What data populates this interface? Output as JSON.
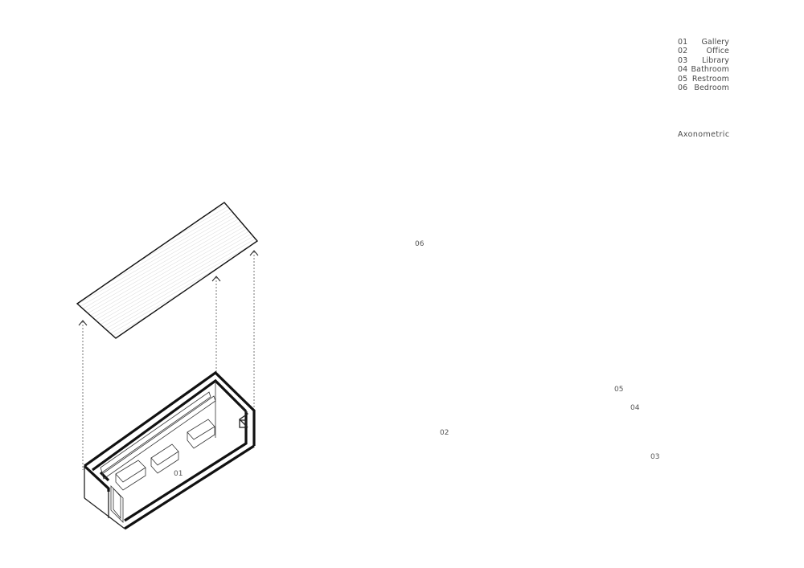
{
  "legend": {
    "items": [
      {
        "number": "01",
        "name": "Gallery"
      },
      {
        "number": "02",
        "name": "Office"
      },
      {
        "number": "03",
        "name": "Library"
      },
      {
        "number": "04",
        "name": "Bathroom"
      },
      {
        "number": "05",
        "name": "Restroom"
      },
      {
        "number": "06",
        "name": "Bedroom"
      }
    ]
  },
  "view_type": "Axonometric",
  "room_labels": {
    "gallery": "01",
    "office": "02",
    "library": "03",
    "bathroom": "04",
    "restroom": "05",
    "bedroom": "06"
  },
  "colors": {
    "line": "#111111",
    "text": "#4a4a4a",
    "background": "#ffffff",
    "rafter": "#bbbbbb"
  }
}
